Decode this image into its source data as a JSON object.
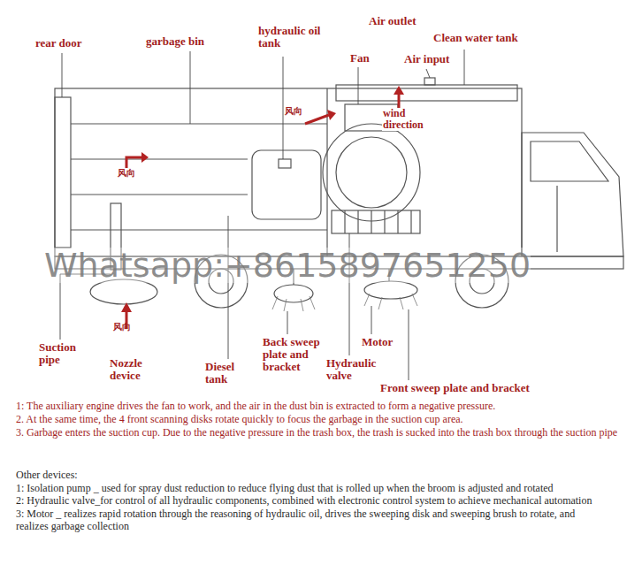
{
  "diagram": {
    "labels": [
      "rear door",
      "garbage bin",
      "hydraulic oil tank",
      "Air outlet",
      "Clean water tank",
      "Fan",
      "Air input",
      "风向",
      "wind direction",
      "风向",
      "Whatsapp:+8615897651250",
      "风向",
      "Suction pipe",
      "Nozzle device",
      "Diesel tank",
      "Back sweep plate and bracket",
      "Hydraulic valve",
      "Motor",
      "Front sweep plate and bracket",
      "1: The auxiliary engine drives the fan to work, and the air in the dust bin is extracted to form a negative pressure.",
      "2. At the same time, the 4 front scanning disks rotate quickly to focus the garbage in the suction cup area.",
      "3. Garbage enters the suction cup. Due to the negative pressure in the trash box, the trash is sucked into the trash box through the suction pipe",
      "Other devices:",
      "1: Isolation pump _ used for spray dust reduction to reduce flying dust that is rolled up when the broom is adjusted and rotated",
      "2: Hydraulic valve_for control of all hydraulic components, combined with electronic control system to achieve mechanical automation",
      "3: Motor _ realizes rapid rotation through the reasoning of hydraulic oil, drives the sweeping disk and sweeping brush to rotate, and realizes garbage collection"
    ]
  }
}
